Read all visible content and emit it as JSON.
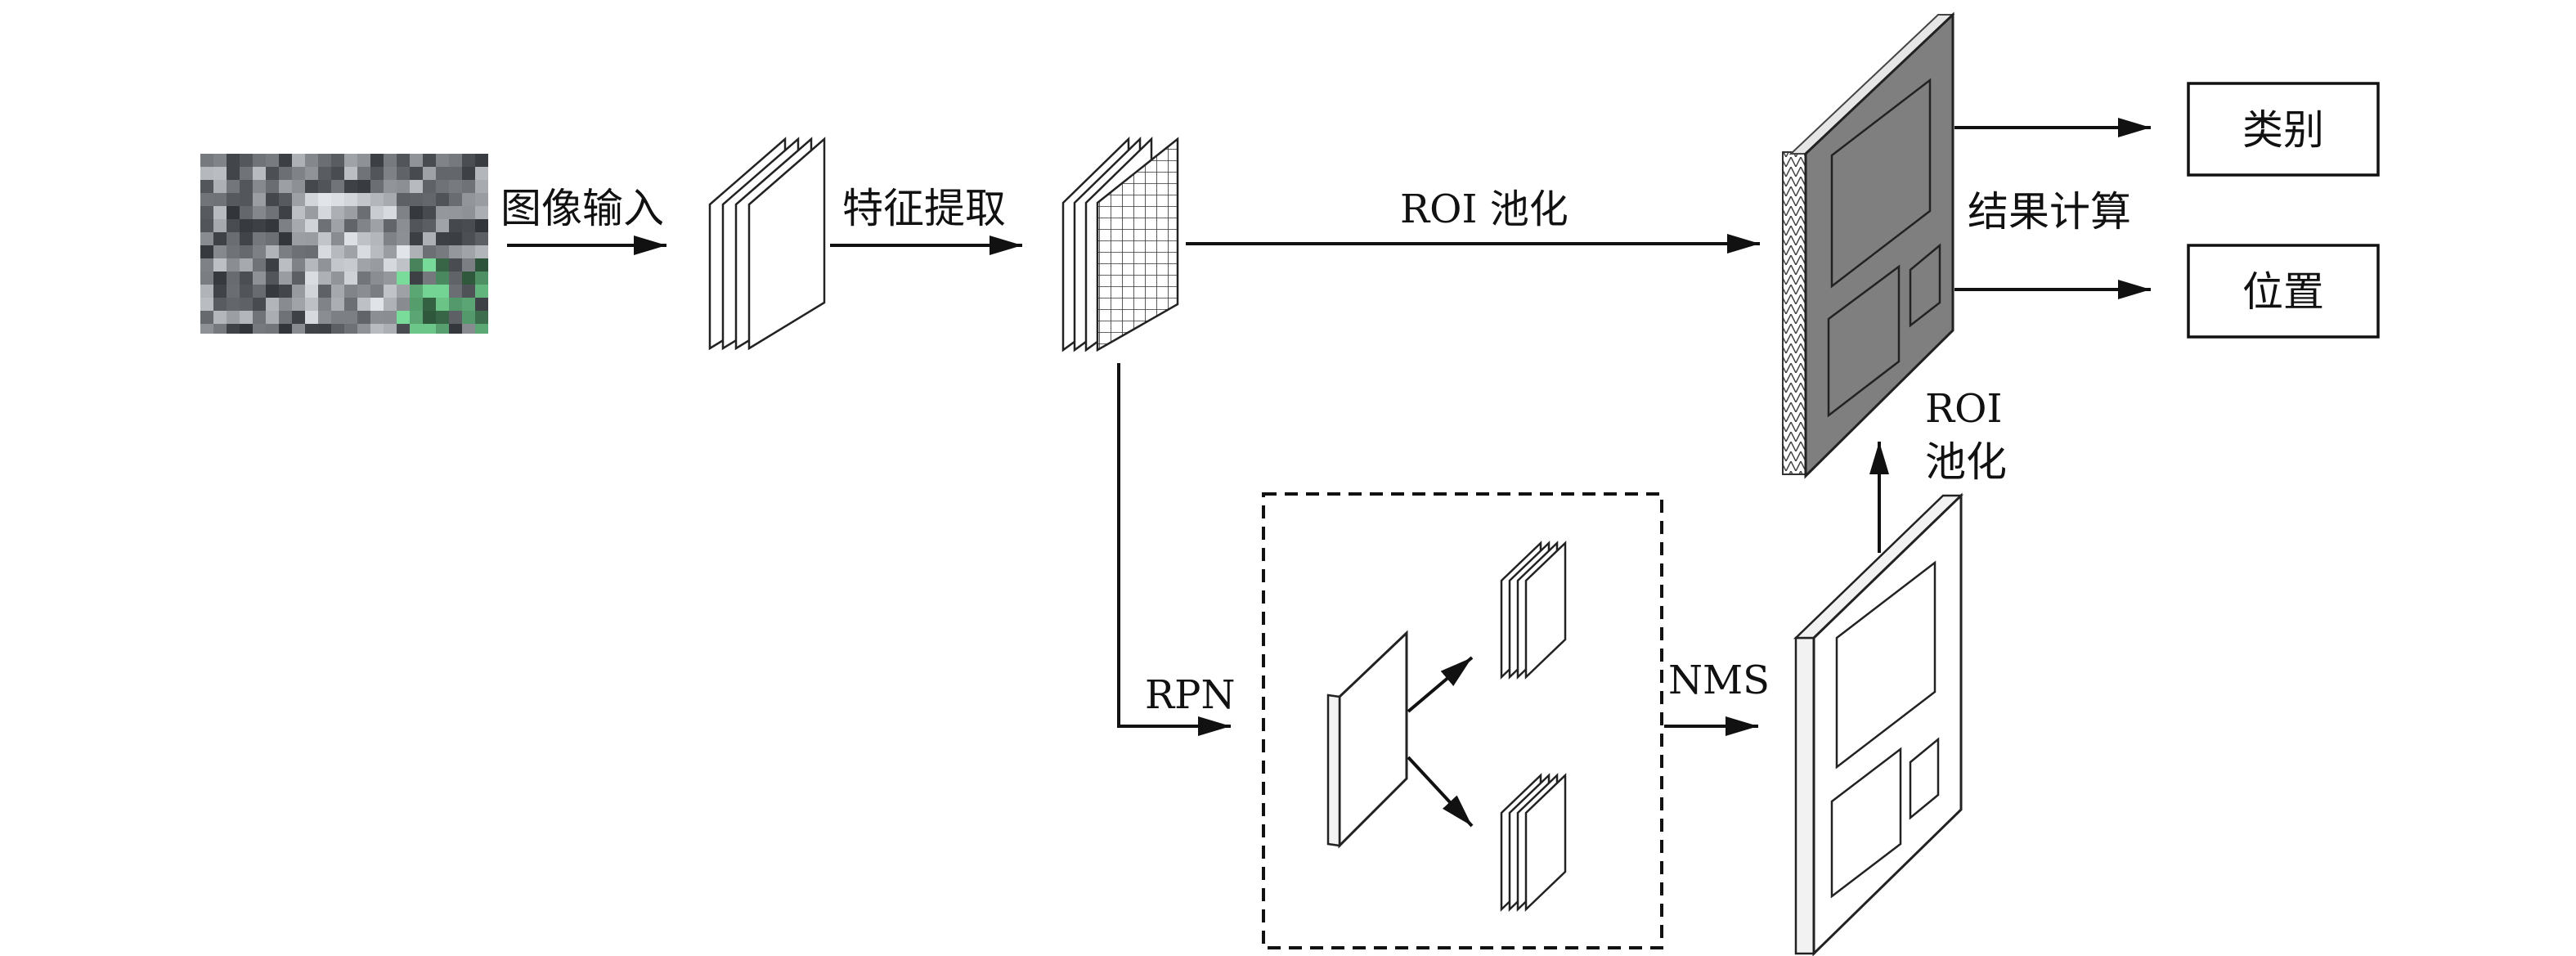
{
  "labels": {
    "image_input": "图像输入",
    "feature_extraction": "特征提取",
    "roi_pooling_top": "ROI 池化",
    "result_calc": "结果计算",
    "class_output": "类别",
    "position_output": "位置",
    "rpn": "RPN",
    "nms": "NMS",
    "roi_pooling_side_1": "ROI",
    "roi_pooling_side_2": "池化"
  },
  "colors": {
    "stroke": "#111111",
    "feature_map_fill": "#7f7f7f",
    "background": "#ffffff"
  },
  "icons": {
    "input_image": "aerial-photo-thumbnail",
    "conv_layers": "stacked-feature-maps-icon",
    "feature_grid": "grid-feature-map-icon",
    "pooled_map": "pooled-feature-map-icon",
    "proposal_map": "proposal-map-icon"
  }
}
